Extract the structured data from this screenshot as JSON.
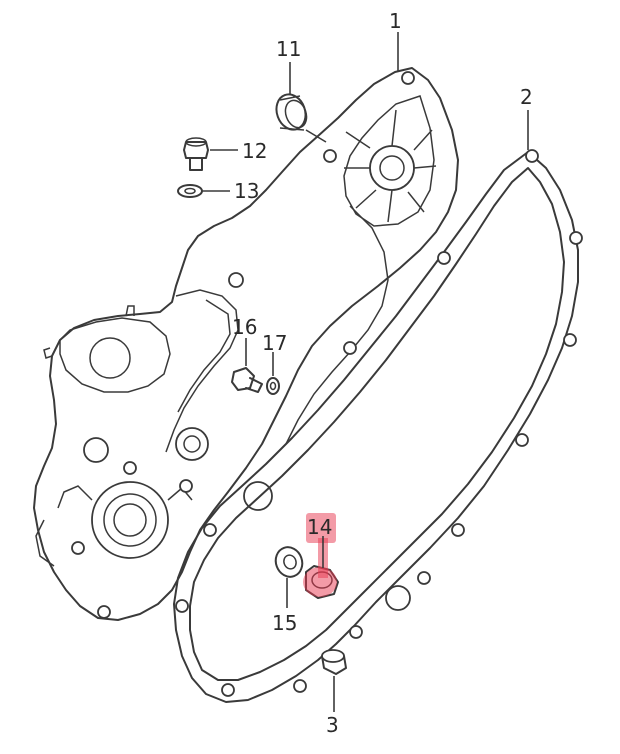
{
  "diagram": {
    "callouts": [
      {
        "id": "c1",
        "number": "1"
      },
      {
        "id": "c2",
        "number": "2"
      },
      {
        "id": "c3",
        "number": "3"
      },
      {
        "id": "c11",
        "number": "11"
      },
      {
        "id": "c12",
        "number": "12"
      },
      {
        "id": "c13",
        "number": "13"
      },
      {
        "id": "c14",
        "number": "14"
      },
      {
        "id": "c15",
        "number": "15"
      },
      {
        "id": "c16",
        "number": "16"
      },
      {
        "id": "c17",
        "number": "17"
      }
    ],
    "highlight": {
      "part": "14",
      "color": "#e8384f"
    }
  }
}
